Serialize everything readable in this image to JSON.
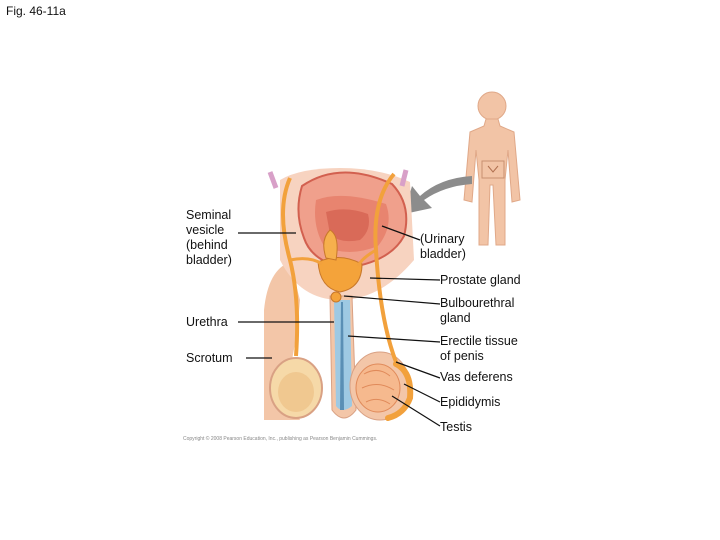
{
  "figure": {
    "title": "Fig. 46-11a"
  },
  "labels": {
    "seminal_vesicle": "Seminal\nvesicle\n(behind\n bladder)",
    "urinary_bladder": "(Urinary\nbladder)",
    "prostate_gland": "Prostate gland",
    "bulbourethral_gland": "Bulbourethral\ngland",
    "urethra": "Urethra",
    "erectile_tissue": "Erectile tissue\nof penis",
    "scrotum": "Scrotum",
    "vas_deferens": "Vas deferens",
    "epididymis": "Epididymis",
    "testis": "Testis"
  },
  "copyright": "Copyright © 2008 Pearson Education, Inc., publishing as Pearson Benjamin Cummings.",
  "colors": {
    "bladder": "#f0a08c",
    "bladder_dark": "#d2604f",
    "skin": "#f3c6a8",
    "vas": "#f2a13c",
    "erectile": "#9ec9e3",
    "testis": "#f6d9a8",
    "body_silhouette": "#f2c4a6",
    "arrow": "#8c8c8c"
  }
}
